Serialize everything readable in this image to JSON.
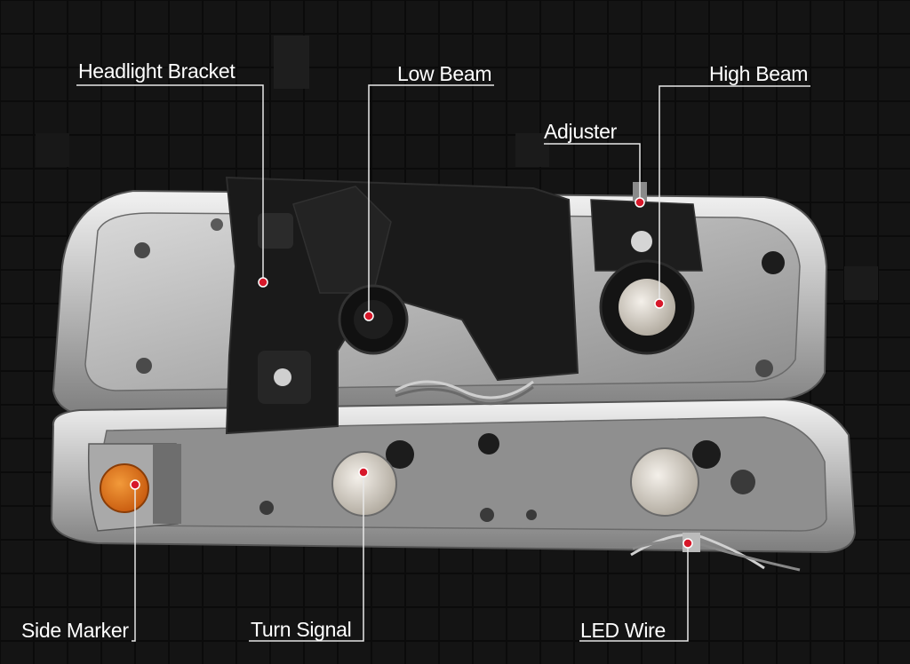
{
  "image": {
    "subject": "headlight-assembly-rear-view",
    "background": "#0b0b0b",
    "callout_line_color": "#e8e8e8",
    "marker_color": "#d7182a",
    "chrome_color": "#c9c9c9",
    "housing_color": "#1a1a1a",
    "amber_color": "#e06a12"
  },
  "callouts": [
    {
      "id": "headlight-bracket",
      "label": "Headlight Bracket"
    },
    {
      "id": "low-beam",
      "label": "Low Beam"
    },
    {
      "id": "high-beam",
      "label": "High Beam"
    },
    {
      "id": "adjuster",
      "label": "Adjuster"
    },
    {
      "id": "side-marker",
      "label": "Side Marker"
    },
    {
      "id": "turn-signal",
      "label": "Turn Signal"
    },
    {
      "id": "led-wire",
      "label": "LED Wire"
    }
  ]
}
